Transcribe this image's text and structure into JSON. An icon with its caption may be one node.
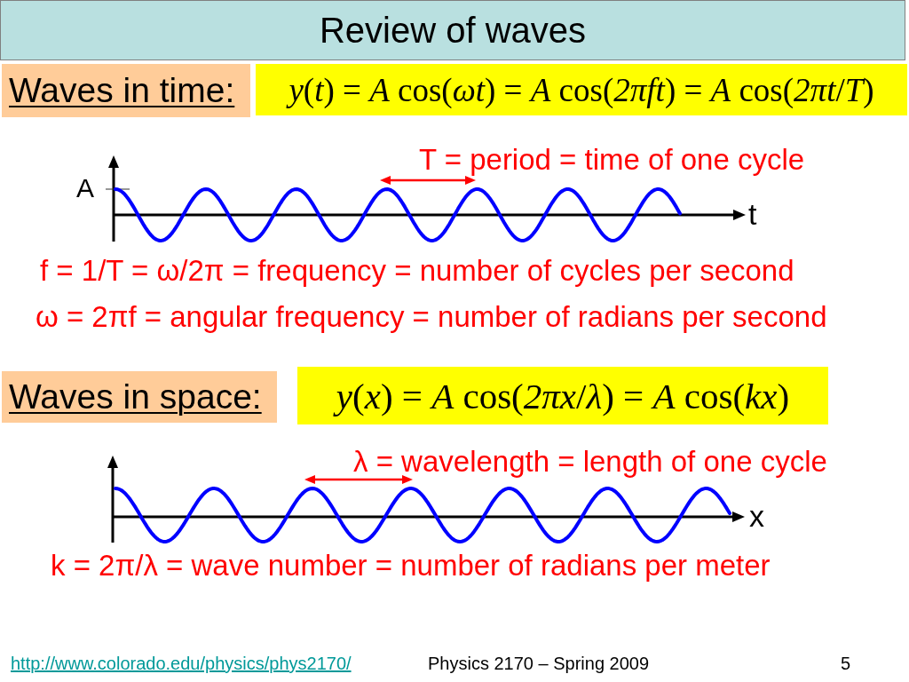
{
  "diagram": {
    "title": "Review of waves",
    "nodes": [
      {
        "text": [
          "Waves in time:"
        ]
      },
      {
        "text": [
          "*y*(*t*) = *A* cos(*ωt*) = *A* cos(*2πft*) = *A* cos(*2πt*/*T*)"
        ]
      },
      {
        "text": [
          "Waves in space:"
        ]
      },
      {
        "text": [
          "*y*(*x*) = *A* cos(*2πx*/*λ*) = *A* cos(*kx*)"
        ]
      }
    ],
    "labels": [
      "T = period = time of one cycle",
      "A",
      "t",
      "f = 1/T = ω/2π = frequency = number of cycles per second",
      "ω = 2πf = angular frequency = number of radians per second",
      "λ = wavelength = length of one cycle",
      "x",
      "k = 2π/λ = wave number = number of radians per meter",
      "http://www.colorado.edu/physics/phys2170/",
      "Physics 2170 – Spring 2009",
      "5"
    ]
  }
}
